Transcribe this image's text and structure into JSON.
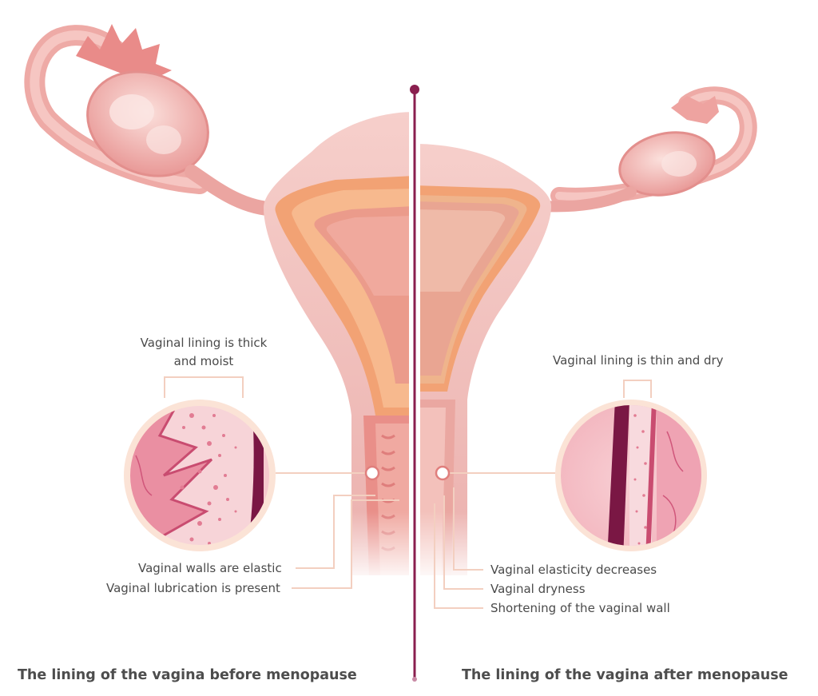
{
  "colors": {
    "tissue_light": "#f7d3cf",
    "tissue_mid": "#efa8a3",
    "tissue_dark": "#e07f7d",
    "lining_orange": "#f0a070",
    "wall_dark": "#7a1744",
    "divider": "#8a1f4f",
    "leader": "#f3cfc0",
    "text": "#4a4a4a"
  },
  "left": {
    "top_label": [
      "Vaginal lining is thick",
      "and moist"
    ],
    "bottom_labels": [
      "Vaginal walls are elastic",
      "Vaginal lubrication is present"
    ],
    "caption": "The lining of the vagina before menopause"
  },
  "right": {
    "top_label": "Vaginal lining is thin and dry",
    "bottom_labels": [
      "Vaginal elasticity decreases",
      "Vaginal dryness",
      "Shortening of the vaginal wall"
    ],
    "caption": "The lining of the vagina after menopause"
  }
}
